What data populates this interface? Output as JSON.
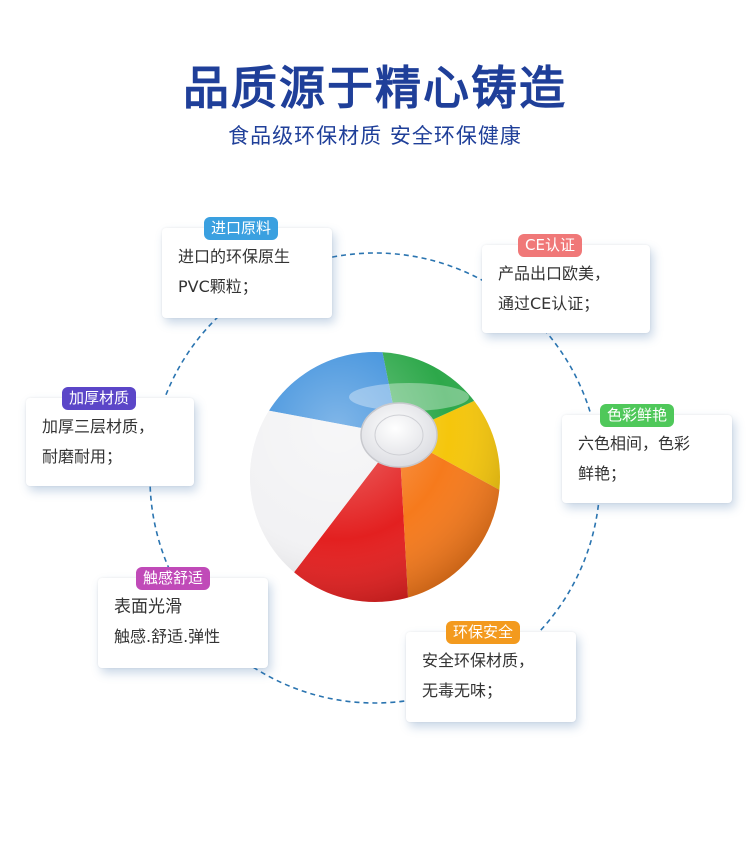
{
  "header": {
    "title": "品质源于精心铸造",
    "subtitle": "食品级环保材质  安全环保健康"
  },
  "features": [
    {
      "tag": "进口原料",
      "color": "#3aa0e0",
      "lines": [
        "进口的环保原生",
        "PVC颗粒；"
      ]
    },
    {
      "tag": "CE认证",
      "color": "#f07878",
      "lines": [
        "产品出口欧美，",
        "通过CE认证；"
      ]
    },
    {
      "tag": "加厚材质",
      "color": "#5b46c8",
      "lines": [
        "加厚三层材质，",
        "耐磨耐用；"
      ]
    },
    {
      "tag": "色彩鲜艳",
      "color": "#4fc85a",
      "lines": [
        "六色相间，色彩",
        "鲜艳；"
      ]
    },
    {
      "tag": "触感舒适",
      "color": "#c04ab8",
      "lines": [
        "表面光滑",
        "触感.舒适.弹性"
      ]
    },
    {
      "tag": "环保安全",
      "color": "#f39a1e",
      "lines": [
        "安全环保材质，",
        "无毒无味；"
      ]
    }
  ],
  "ball_colors": [
    "#e32020",
    "#f67a1c",
    "#f5c60c",
    "#2da84a",
    "#3c8fdc",
    "#f2f2f4"
  ]
}
